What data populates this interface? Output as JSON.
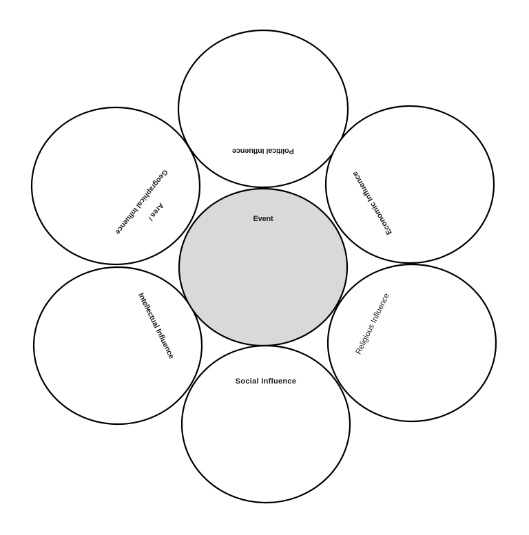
{
  "diagram": {
    "type": "influence-web",
    "center": {
      "label": "Event",
      "fill": "#d9d9d9"
    },
    "circles": [
      {
        "id": "political",
        "label": "Political Influence",
        "position": "top"
      },
      {
        "id": "economic",
        "label": "Economic Influence",
        "position": "upper-right"
      },
      {
        "id": "religious",
        "label": "Religious Influence",
        "position": "lower-right"
      },
      {
        "id": "social",
        "label": "Social Influence",
        "position": "bottom"
      },
      {
        "id": "intellectual",
        "label": "Intellectual Influence",
        "position": "lower-left"
      },
      {
        "id": "geographical",
        "label": "Geographical Influence",
        "label_line2": "Area /",
        "position": "upper-left"
      }
    ],
    "outer_fill": "#ffffff",
    "stroke_color": "#000000"
  }
}
